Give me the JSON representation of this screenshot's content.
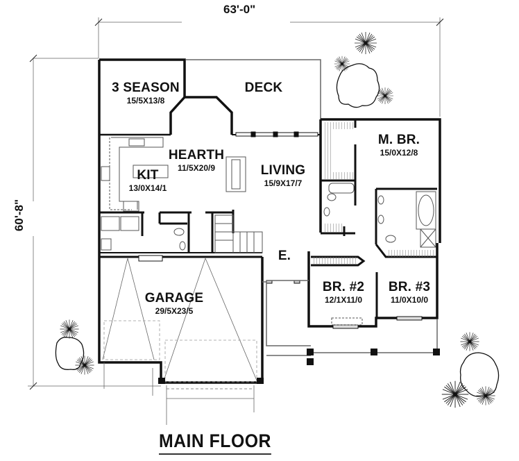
{
  "title": "MAIN FLOOR",
  "dimensions": {
    "width": "63'-0\"",
    "depth": "60'-8\""
  },
  "rooms": [
    {
      "id": "three-season",
      "name": "3 SEASON",
      "size": "15/5X13/8"
    },
    {
      "id": "deck",
      "name": "DECK",
      "size": ""
    },
    {
      "id": "hearth",
      "name": "HEARTH",
      "size": "11/5X20/9"
    },
    {
      "id": "kitchen",
      "name": "KIT",
      "size": "13/0X14/1"
    },
    {
      "id": "living",
      "name": "LIVING",
      "size": "15/9X17/7"
    },
    {
      "id": "master-bedroom",
      "name": "M. BR.",
      "size": "15/0X12/8"
    },
    {
      "id": "entry",
      "name": "E.",
      "size": ""
    },
    {
      "id": "garage",
      "name": "GARAGE",
      "size": "29/5X23/5"
    },
    {
      "id": "bedroom-2",
      "name": "BR. #2",
      "size": "12/1X11/0"
    },
    {
      "id": "bedroom-3",
      "name": "BR. #3",
      "size": "11/0X10/0"
    }
  ],
  "colors": {
    "wall": "#111111",
    "thin": "#555555",
    "dim_line": "#888888",
    "fill": "#ffffff"
  }
}
